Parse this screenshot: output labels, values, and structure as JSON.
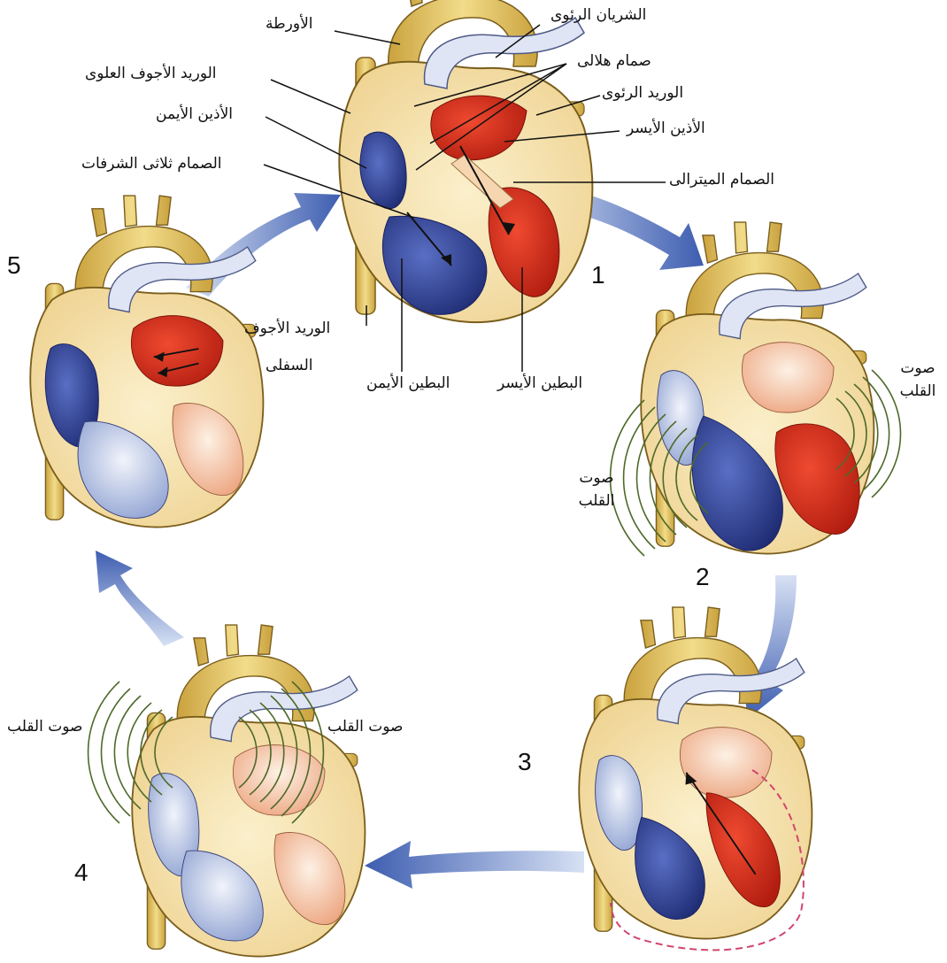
{
  "labels": {
    "aorta": "الأورطة",
    "pulmonary_artery": "الشريان الرئوى",
    "semilunar_valve": "صمام هلالى",
    "pulmonary_vein": "الوريد الرئوى",
    "left_atrium": "الأذين الأيسر",
    "mitral_valve": "الصمام الميترالى",
    "superior_vena_cava": "الوريد الأجوف العلوى",
    "right_atrium": "الأذين الأيمن",
    "tricuspid_valve": "الصمام ثلاثى الشرفات",
    "inferior_vena_cava_line1": "الوريد  الأجوف",
    "inferior_vena_cava_line2": "السفلى",
    "right_ventricle": "البطين الأيمن",
    "left_ventricle": "البطين الأيسر"
  },
  "heart_sound_label": "صوت القلب",
  "heart_sound_label_split": [
    "صوت",
    "القلب"
  ],
  "stages": [
    "1",
    "2",
    "3",
    "4",
    "5"
  ],
  "colors": {
    "oxygenated_blood": "#d8321e",
    "deoxygenated_blood": "#2d3f8e",
    "vessel_gold": "#e2c262",
    "heart_wall": "#f7e6b0",
    "cycle_arrow": "#4a6ab8",
    "sound_waves": "#4e6a2a",
    "pink_outline": "#d2466e"
  }
}
